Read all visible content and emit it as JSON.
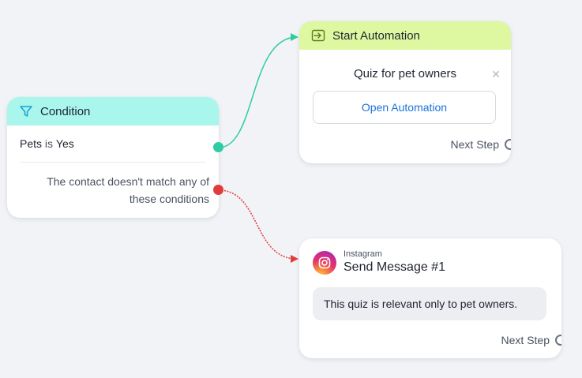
{
  "condition": {
    "header_title": "Condition",
    "rule": {
      "field": "Pets",
      "operator": "is",
      "value": "Yes"
    },
    "else_text": "The contact doesn't match any of these conditions"
  },
  "start_automation": {
    "header_title": "Start Automation",
    "automation_name": "Quiz for pet owners",
    "open_button_label": "Open Automation",
    "next_step_label": "Next Step"
  },
  "instagram_step": {
    "platform": "Instagram",
    "title": "Send Message #1",
    "message": "This quiz is relevant only to pet owners.",
    "next_step_label": "Next Step"
  },
  "colors": {
    "condition_header": "#a8f6ec",
    "start_header": "#ddf8a0",
    "yes_connector": "#2fcca3",
    "no_connector": "#e23b3b",
    "link_blue": "#1a73d9"
  },
  "icons": {
    "condition": "filter-icon",
    "start_automation": "enter-box-icon",
    "instagram": "instagram-icon",
    "close": "close-icon"
  }
}
